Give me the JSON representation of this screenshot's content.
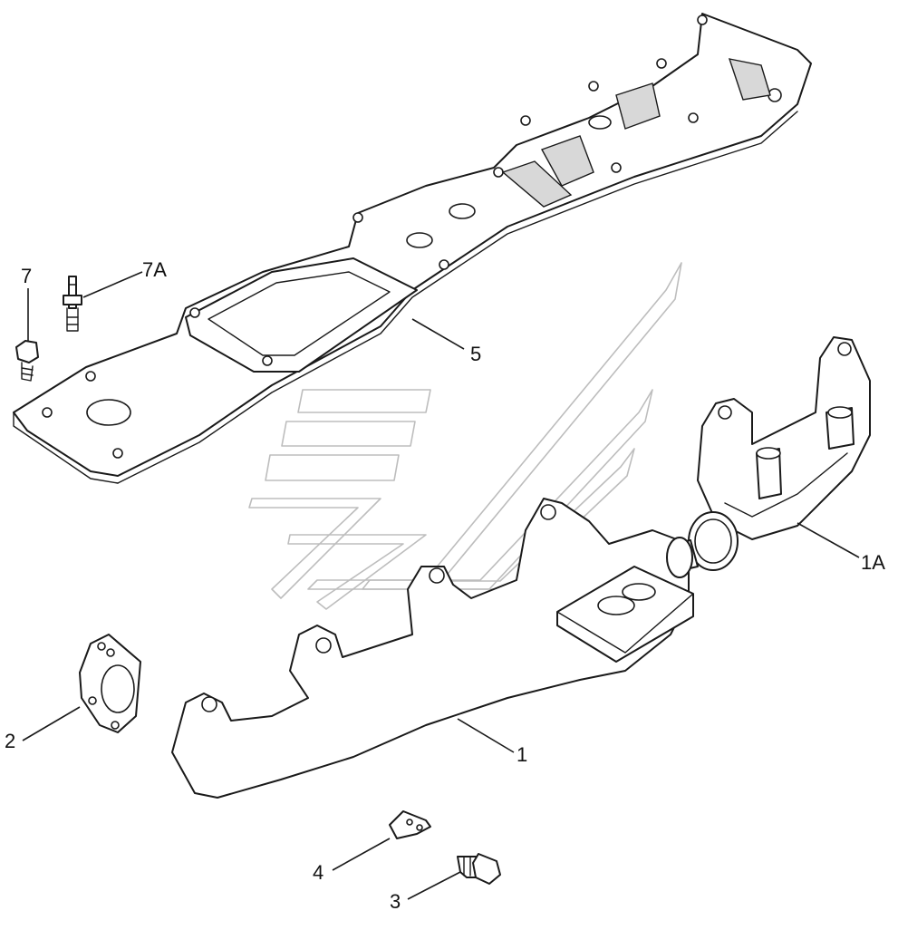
{
  "diagram": {
    "callouts": {
      "c7": "7",
      "c7A": "7A",
      "c5": "5",
      "c1A": "1A",
      "c2": "2",
      "c1": "1",
      "c4": "4",
      "c3": "3"
    },
    "colors": {
      "line": "#1a1a1a",
      "watermark": "#bdbdbd",
      "background": "#ffffff"
    }
  }
}
